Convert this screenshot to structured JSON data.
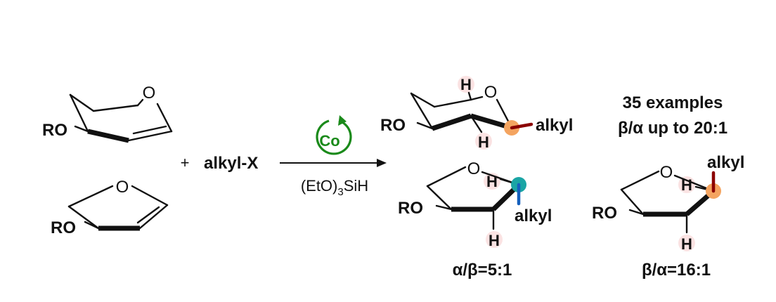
{
  "reactants": {
    "pyranyl_ro": "RO",
    "pyranyl_o": "O",
    "furanyl_ro": "RO",
    "furanyl_o": "O"
  },
  "reaction": {
    "plus": "+",
    "reagent": "alkyl-X",
    "catalyst": "Co",
    "silane": "(EtO)",
    "silane_sub": "3",
    "silane_tail": "SiH",
    "catalyst_color": "#1a8a1a"
  },
  "products": {
    "pyranoside": {
      "ro": "RO",
      "o": "O",
      "h_top": "H",
      "h_bottom": "H",
      "alkyl": "alkyl",
      "marker_color": "#f4a460",
      "bond_color": "#8b0000"
    },
    "furanoside_alpha": {
      "ro": "RO",
      "o": "O",
      "h_top": "H",
      "h_bottom": "H",
      "alkyl": "alkyl",
      "ratio": "α/β=5:1",
      "marker_color": "#1aa5a5",
      "bond_color": "#1560bd"
    },
    "furanoside_beta": {
      "ro": "RO",
      "o": "O",
      "h_top": "H",
      "h_bottom": "H",
      "alkyl": "alkyl",
      "ratio": "β/α=16:1",
      "marker_color": "#f4a460",
      "bond_color": "#8b0000"
    }
  },
  "summary": {
    "examples": "35 examples",
    "selectivity": "β/α up to 20:1"
  },
  "h_highlight_color": "#fbe3e3"
}
